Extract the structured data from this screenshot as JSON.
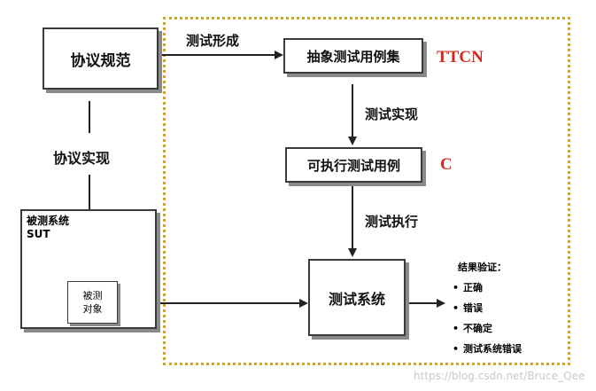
{
  "diagram": {
    "nodes": {
      "protocol_spec": "协议规范",
      "abstract_suite": "抽象测试用例集",
      "executable_suite": "可执行测试用例",
      "test_system": "测试系统",
      "sut_title": "被测系统\nSUT",
      "iut": "被测\n对象"
    },
    "edges": {
      "test_generation": "测试形成",
      "protocol_implementation": "协议实现",
      "test_implementation": "测试实现",
      "test_execution": "测试执行"
    },
    "notations": {
      "abstract": "TTCN",
      "executable": "C"
    },
    "results": {
      "title": "结果验证：",
      "items": [
        "正确",
        "错误",
        "不确定",
        "测试系统错误"
      ]
    },
    "colors": {
      "notation_red": "#d42a1e",
      "dotted_border": "#d4a520"
    }
  },
  "watermark": "https://blog.csdn.net/Bruce_Qee"
}
